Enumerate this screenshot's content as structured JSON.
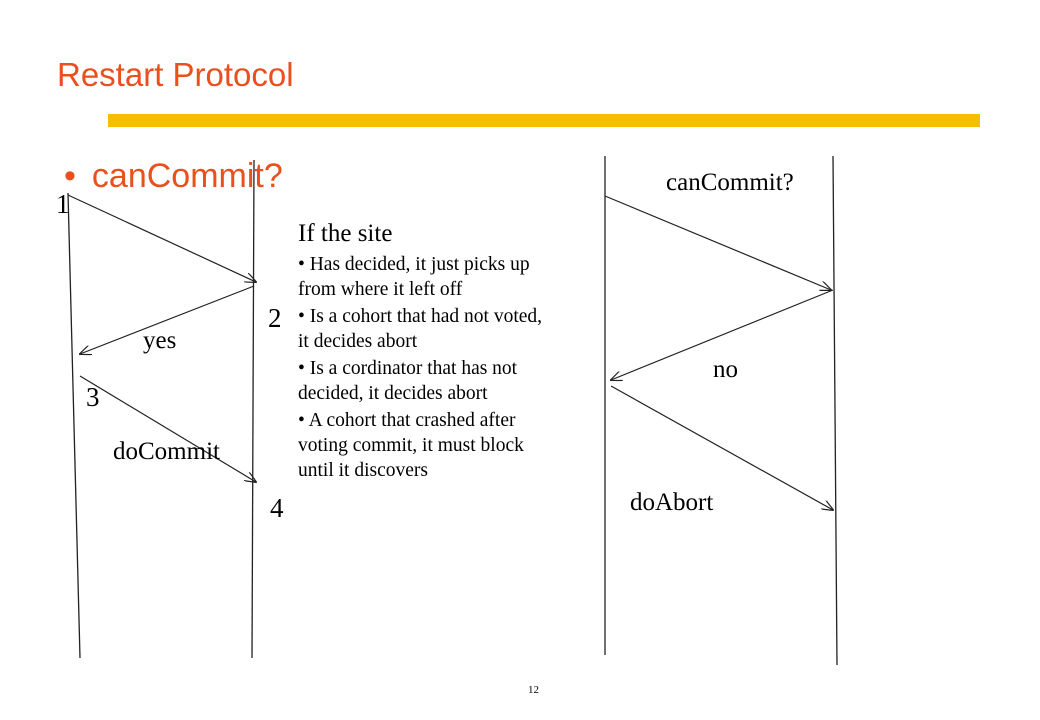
{
  "slide": {
    "title": "Restart Protocol",
    "bullet": "canCommit?",
    "page_number": "12",
    "accent_color": "#e8501e",
    "rule_color": "#f5be00"
  },
  "left_diagram": {
    "step_labels": [
      "1",
      "2",
      "3",
      "4"
    ],
    "messages": [
      "yes",
      "doCommit"
    ]
  },
  "right_diagram": {
    "messages": [
      "canCommit?",
      "no",
      "doAbort"
    ]
  },
  "notes": {
    "heading": "If the site",
    "items": [
      "Has decided, it just picks up from where it left off",
      "Is a cohort that had not voted, it decides abort",
      "Is a cordinator that has not decided, it decides abort",
      "A cohort that crashed after voting commit, it must block until it discovers"
    ]
  }
}
